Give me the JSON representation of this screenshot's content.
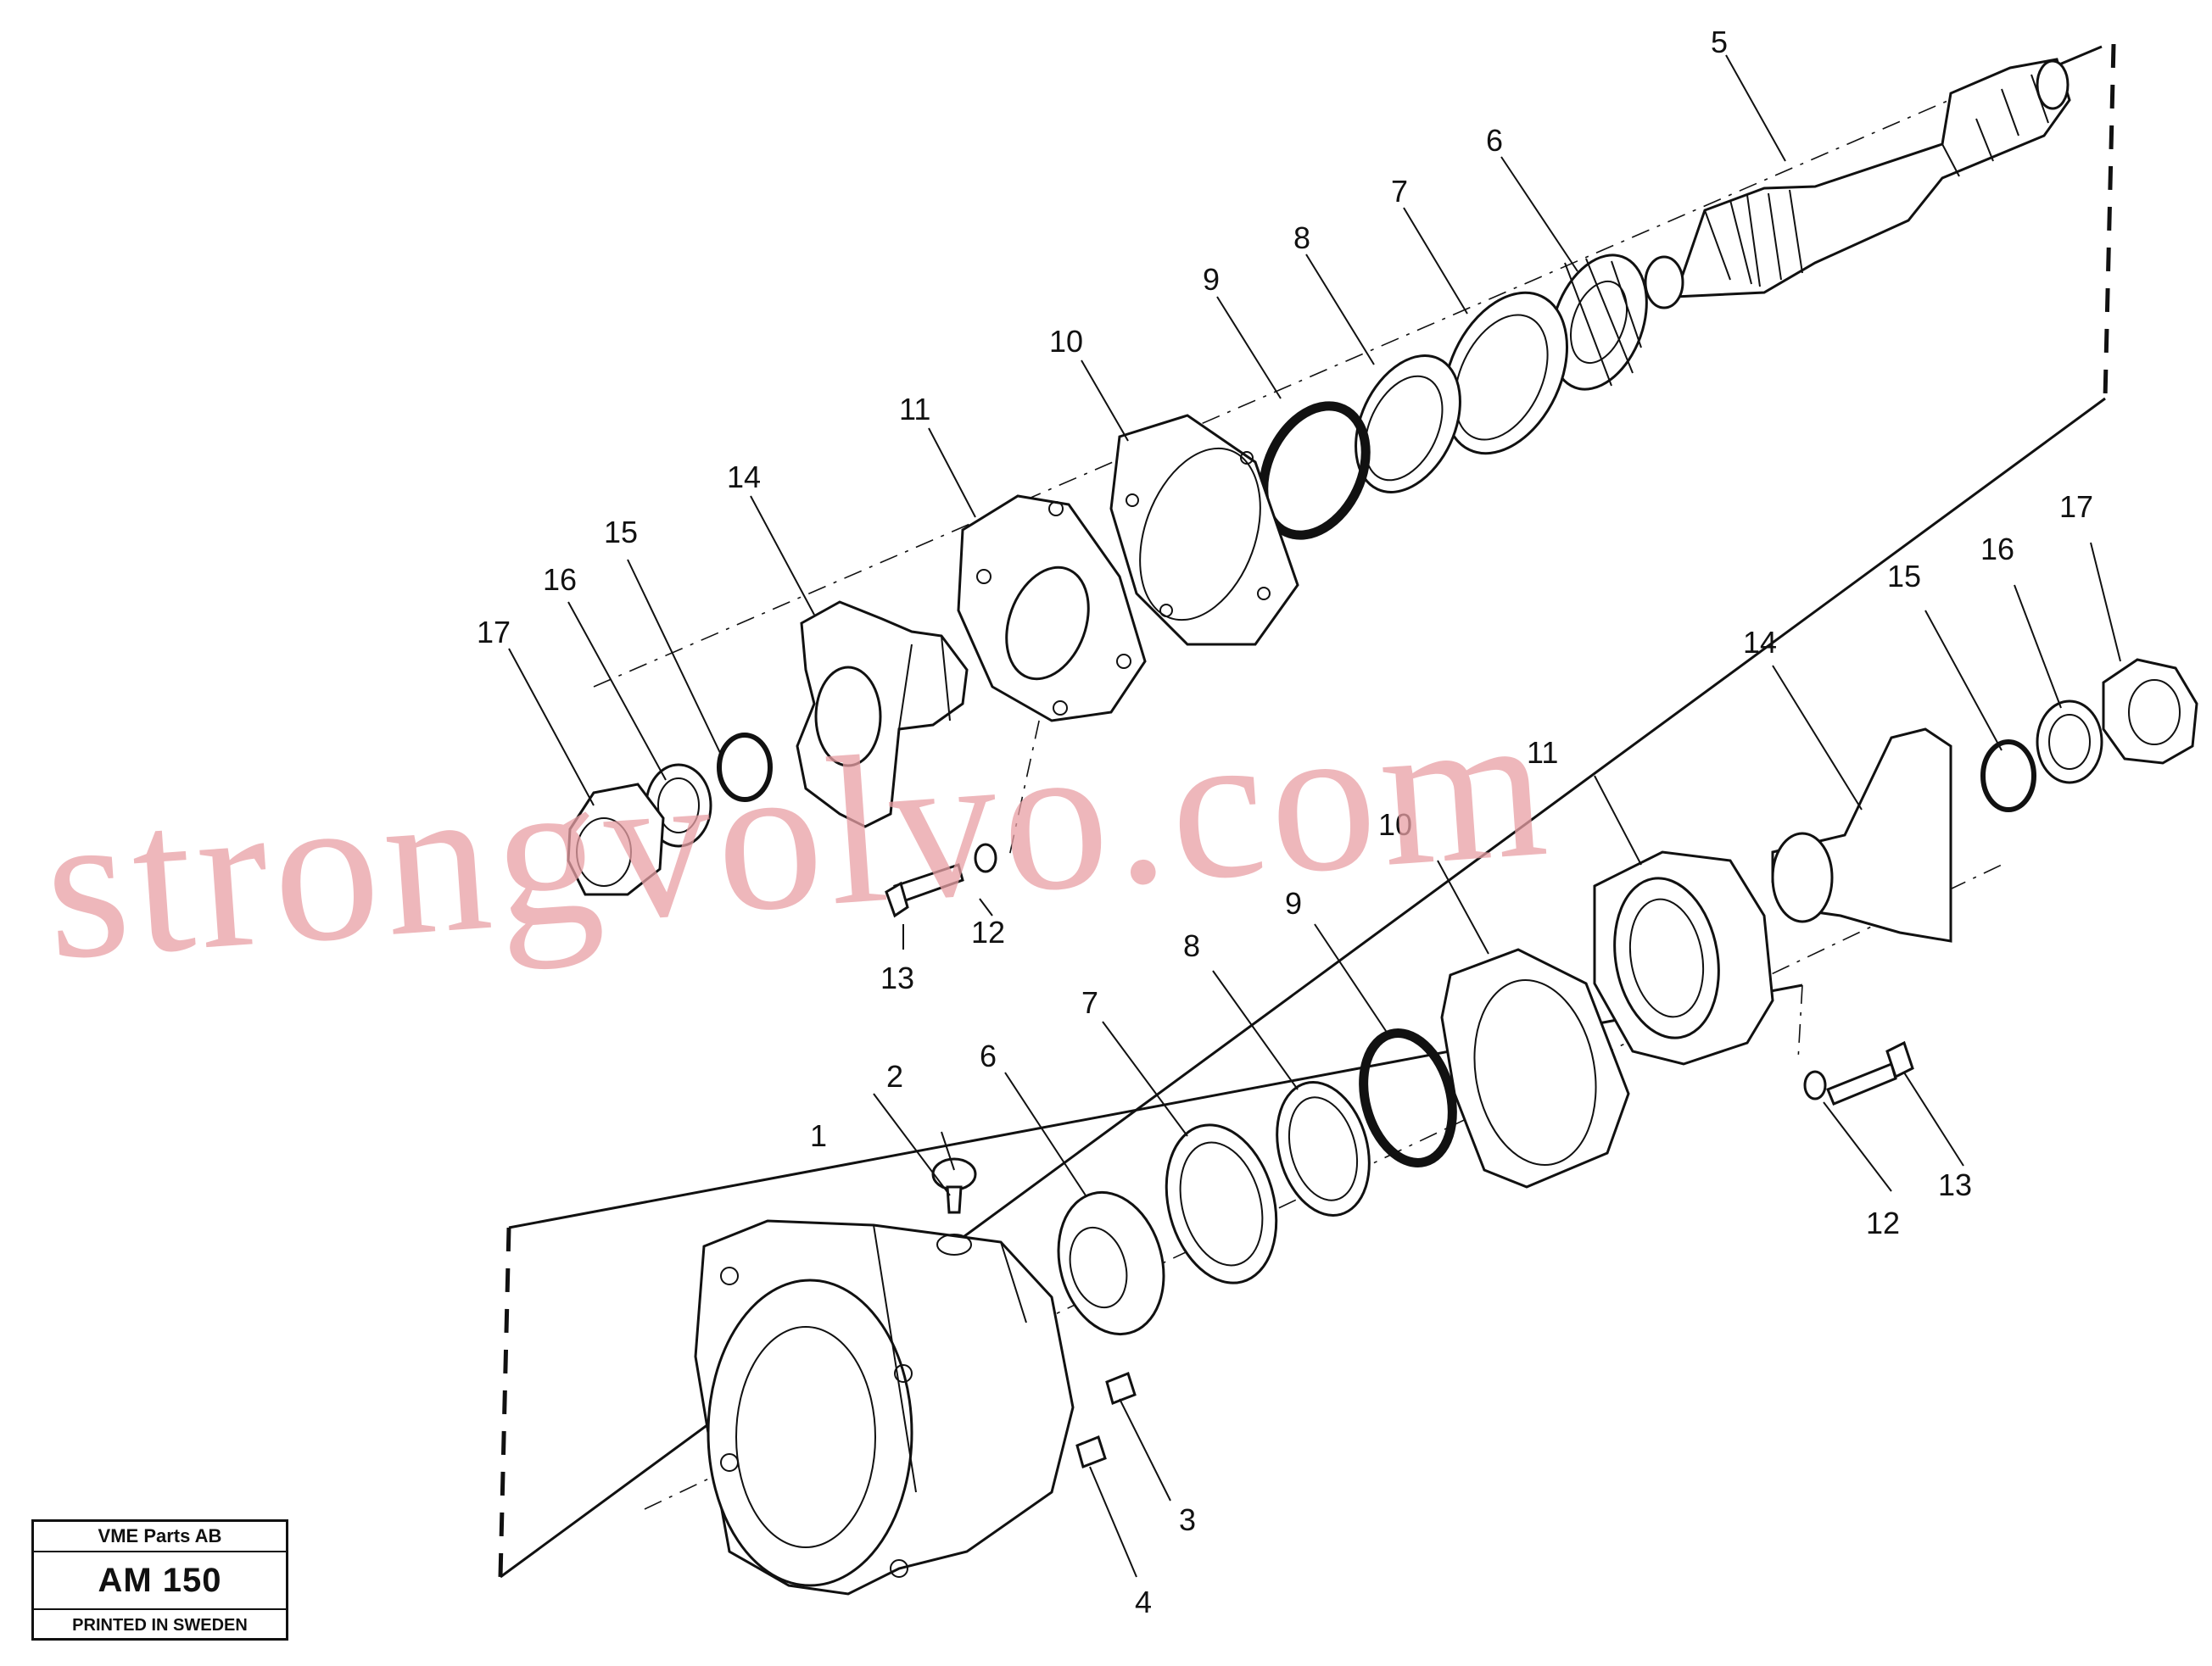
{
  "diagram": {
    "labels": {
      "upper": [
        "5",
        "6",
        "7",
        "8",
        "9",
        "10",
        "11",
        "14",
        "15",
        "16",
        "17",
        "12",
        "13"
      ],
      "lower": [
        "1",
        "2",
        "3",
        "4",
        "6",
        "7",
        "8",
        "9",
        "10",
        "11",
        "12",
        "13",
        "14",
        "15",
        "16",
        "17"
      ]
    },
    "watermark": "strongvolvo.com"
  },
  "stamp": {
    "company": "VME Parts AB",
    "code": "AM 150",
    "printed": "PRINTED IN SWEDEN"
  }
}
